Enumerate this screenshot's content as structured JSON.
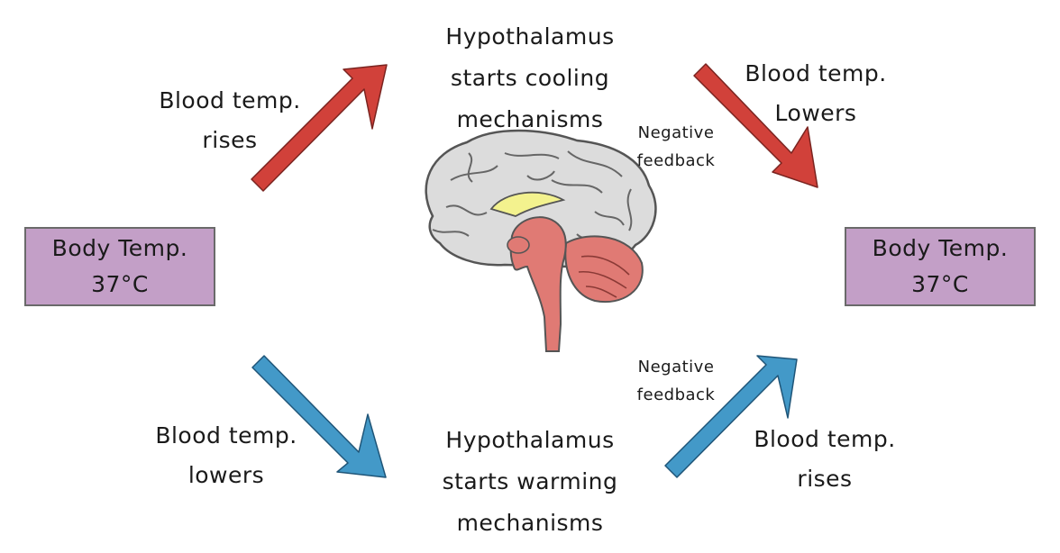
{
  "colors": {
    "warm_arrow": "#d1413a",
    "cool_arrow": "#4399c8",
    "box_fill": "#c39fc7",
    "brain_cortex": "#dcdcdc",
    "brainstem": "#e07a74",
    "hypothalamus": "#f3f28e"
  },
  "left_box": {
    "text": "Body Temp.\n37°C"
  },
  "right_box": {
    "text": "Body Temp.\n37°C"
  },
  "top_hypothalamus": {
    "text": "Hypothalamus\nstarts cooling\nmechanisms"
  },
  "bottom_hypothalamus": {
    "text": "Hypothalamus\nstarts warming\nmechanisms"
  },
  "labels": {
    "top_left": "Blood temp.\nrises",
    "top_right": "Blood temp.\nLowers",
    "bottom_left": "Blood temp.\nlowers",
    "bottom_right": "Blood temp.\nrises"
  },
  "feedback": {
    "top": "Negative\nfeedback",
    "bottom": "Negative\nfeedback"
  },
  "icons": [
    "brain-icon",
    "up-arrow-icon",
    "down-arrow-icon"
  ]
}
